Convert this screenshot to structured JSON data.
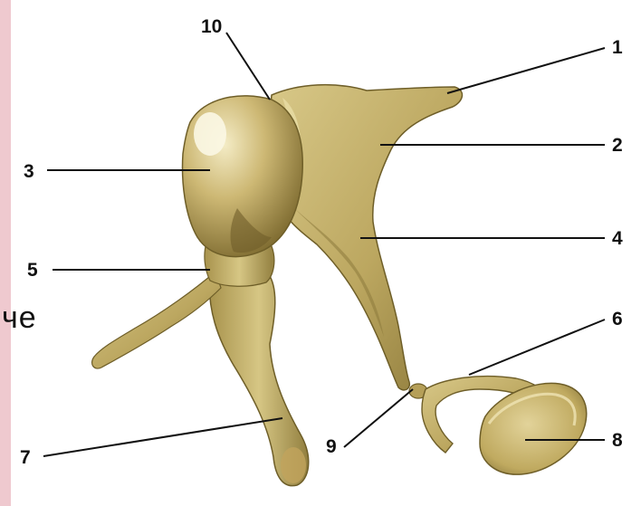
{
  "labels": {
    "l1": "1",
    "l2": "2",
    "l3": "3",
    "l4": "4",
    "l5": "5",
    "l6": "6",
    "l7": "7",
    "l8": "8",
    "l9": "9",
    "l10": "10"
  },
  "background_fragment": "че",
  "colors": {
    "bone": "#c9b570",
    "bone_shadow": "#8d7a3c",
    "bone_highlight": "#eee3b0",
    "side_strip": "#efc9cf"
  }
}
